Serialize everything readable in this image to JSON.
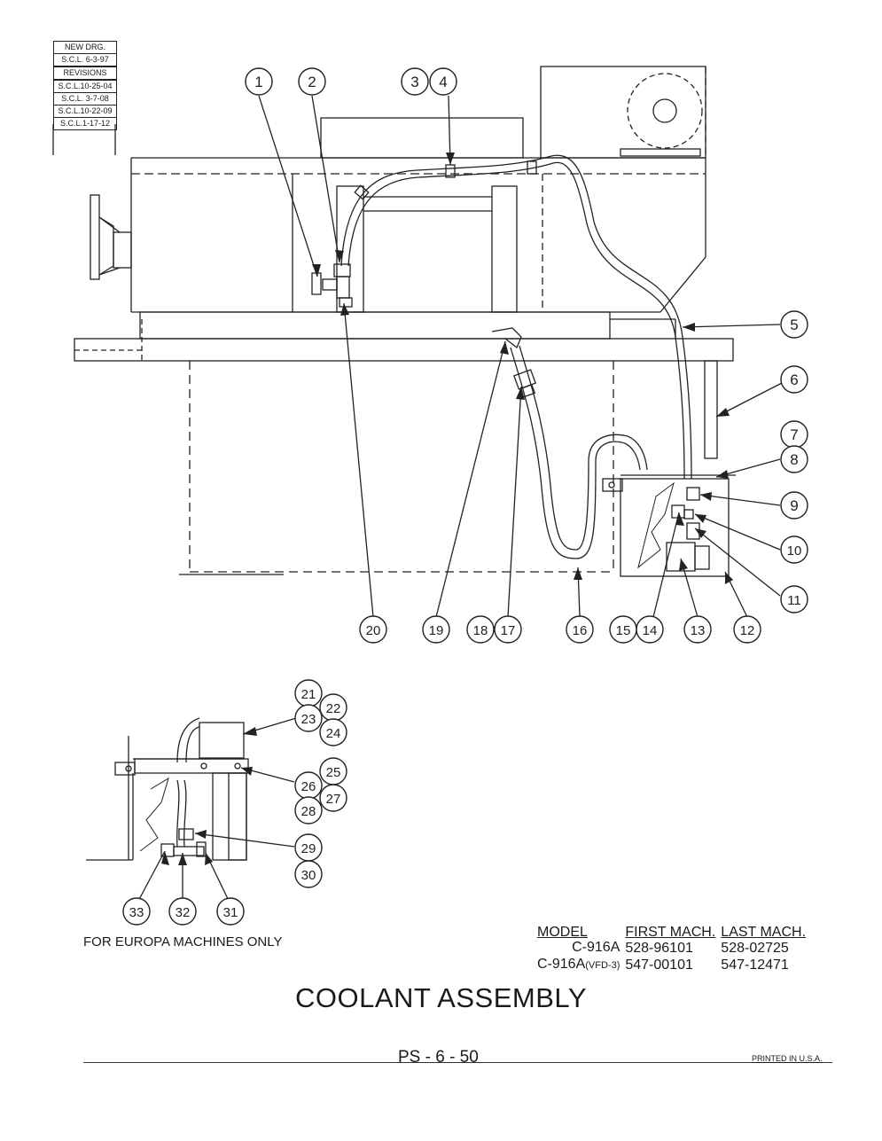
{
  "revisions": {
    "new_drg": "NEW DRG.",
    "new_drg_date": "S.C.L. 6-3-97",
    "header": "REVISIONS",
    "entries": [
      "S.C.L.10-25-04",
      "S.C.L. 3-7-08",
      "S.C.L.10-22-09",
      "S.C.L.1-17-12"
    ]
  },
  "callouts": [
    "1",
    "2",
    "3",
    "4",
    "5",
    "6",
    "7",
    "8",
    "9",
    "10",
    "11",
    "12",
    "13",
    "14",
    "15",
    "16",
    "17",
    "18",
    "19",
    "20",
    "21",
    "22",
    "23",
    "24",
    "25",
    "26",
    "27",
    "28",
    "29",
    "30",
    "31",
    "32",
    "33"
  ],
  "europa_note": "FOR EUROPA MACHINES ONLY",
  "model_table": {
    "headers": [
      "MODEL",
      "FIRST MACH.",
      "LAST MACH."
    ],
    "rows": [
      {
        "model": "C-916A",
        "model_suffix": "",
        "first": "528-96101",
        "last": "528-02725"
      },
      {
        "model": "C-916A",
        "model_suffix": "(VFD-3)",
        "first": "547-00101",
        "last": "547-12471"
      }
    ]
  },
  "title": "COOLANT ASSEMBLY",
  "page_number": "PS - 6 - 50",
  "printed_in": "PRINTED IN U.S.A."
}
